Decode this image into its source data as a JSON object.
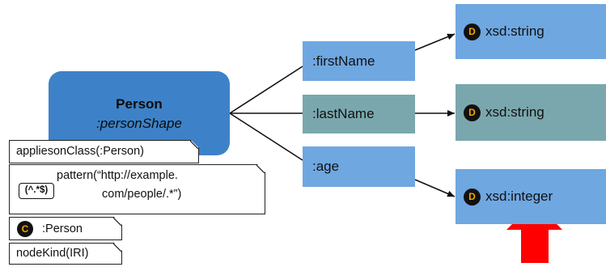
{
  "shape": {
    "title": "Person",
    "subtitle": ":personShape"
  },
  "constraints": {
    "applies": "appliesonClass(:Person)",
    "pattern_icon": "(^.*$)",
    "pattern_line1": "pattern(“http://example.",
    "pattern_line2": "com/people/.*”)",
    "class_badge": "C",
    "class_value": ":Person",
    "node_kind": "nodeKind(IRI)"
  },
  "properties": [
    {
      "label": ":firstName",
      "datatype": "xsd:string"
    },
    {
      "label": ":lastName",
      "datatype": "xsd:string"
    },
    {
      "label": ":age",
      "datatype": "xsd:integer"
    }
  ],
  "datatype_badge": "D",
  "colors": {
    "shape": "#3d82c8",
    "blue_box": "#6fa7e1",
    "teal_box": "#7aa7ad",
    "badge_text": "#f5a400",
    "highlight_arrow": "#ff0000"
  },
  "icons": [
    "regex-icon",
    "class-badge-icon",
    "datatype-badge-icon",
    "red-up-arrow-icon"
  ]
}
